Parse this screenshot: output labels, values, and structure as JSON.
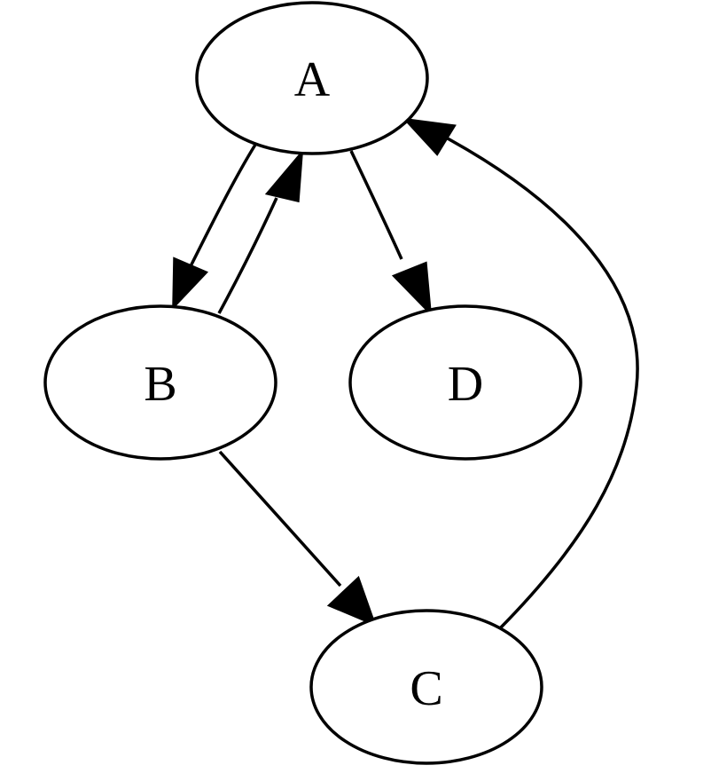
{
  "graph": {
    "nodes": [
      {
        "id": "A",
        "label": "A"
      },
      {
        "id": "B",
        "label": "B"
      },
      {
        "id": "D",
        "label": "D"
      },
      {
        "id": "C",
        "label": "C"
      }
    ],
    "edges": [
      {
        "from": "A",
        "to": "B"
      },
      {
        "from": "B",
        "to": "A"
      },
      {
        "from": "A",
        "to": "D"
      },
      {
        "from": "B",
        "to": "C"
      },
      {
        "from": "C",
        "to": "A"
      }
    ]
  }
}
